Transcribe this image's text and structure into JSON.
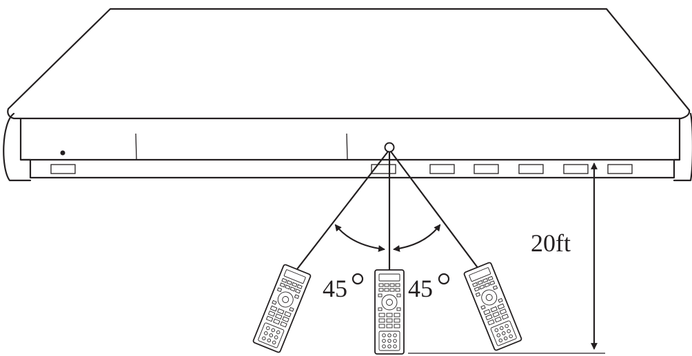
{
  "labels": {
    "angle_left": "45",
    "angle_right": "45",
    "distance": "20ft"
  },
  "colors": {
    "line": "#231f20",
    "background": "#ffffff"
  }
}
